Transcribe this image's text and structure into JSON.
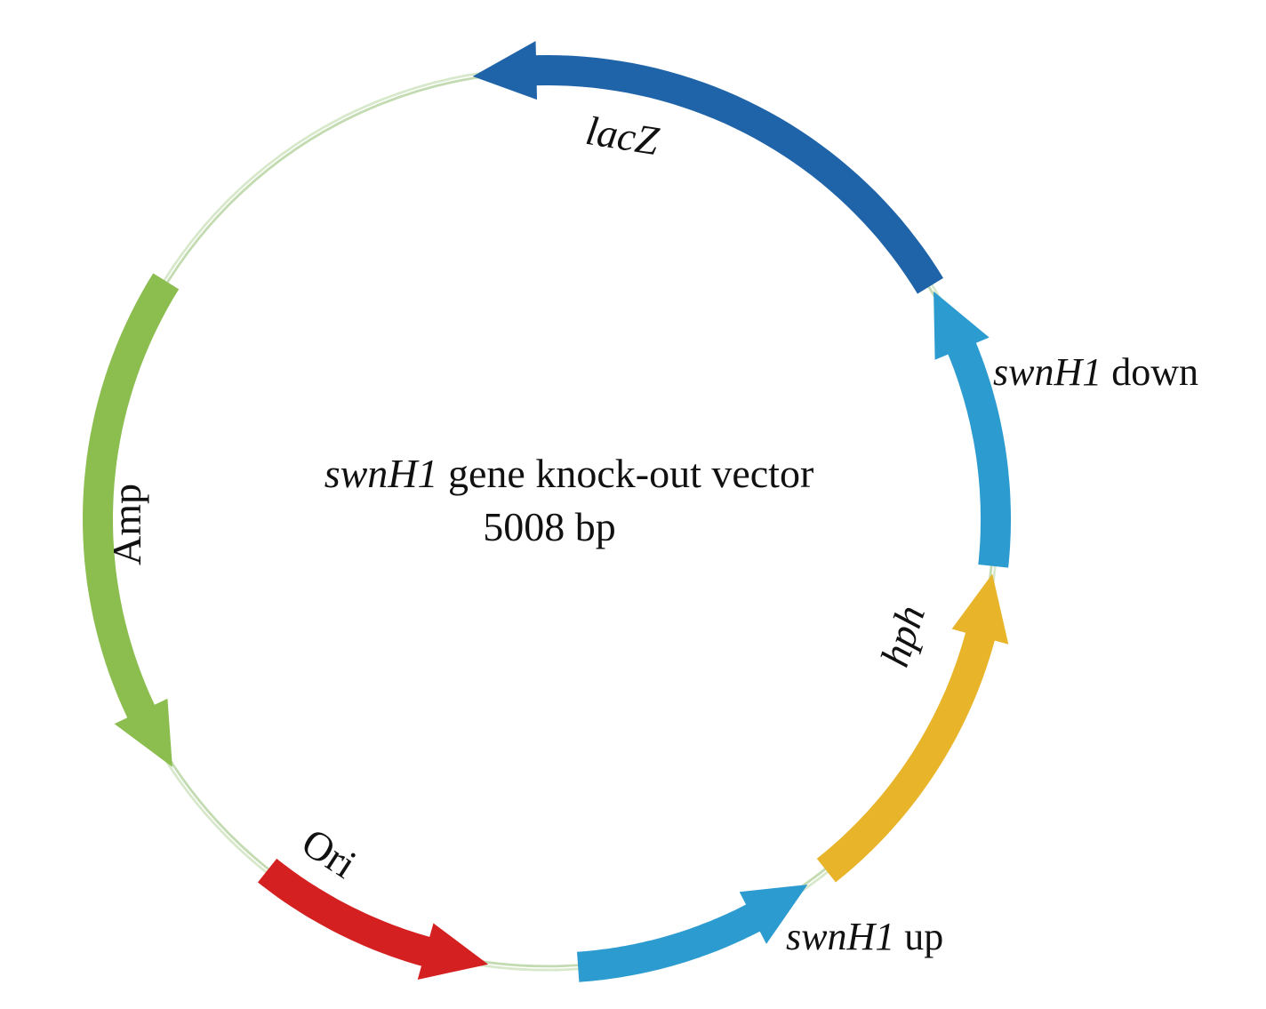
{
  "title": {
    "gene": "swnH1",
    "text": " gene knock-out vector",
    "size": "5008 bp"
  },
  "backbone_color": "#c8dfb8",
  "features": [
    {
      "id": "lacZ",
      "label": "lacZ",
      "italic": true,
      "color": "#1f64a8",
      "direction": "counterclockwise"
    },
    {
      "id": "swnh1-down",
      "label_gene": "swnH1",
      "label_suffix": " down",
      "color": "#2b9bd0",
      "direction": "counterclockwise"
    },
    {
      "id": "hph",
      "label": "hph",
      "italic": true,
      "color": "#e8b42a",
      "direction": "counterclockwise"
    },
    {
      "id": "swnh1-up",
      "label_gene": "swnH1",
      "label_suffix": " up",
      "color": "#2b9bd0",
      "direction": "counterclockwise"
    },
    {
      "id": "ori",
      "label": "Ori",
      "italic": false,
      "color": "#d42020",
      "direction": "clockwise"
    },
    {
      "id": "amp",
      "label": "Amp",
      "italic": false,
      "color": "#8bbd4f",
      "direction": "clockwise"
    }
  ]
}
